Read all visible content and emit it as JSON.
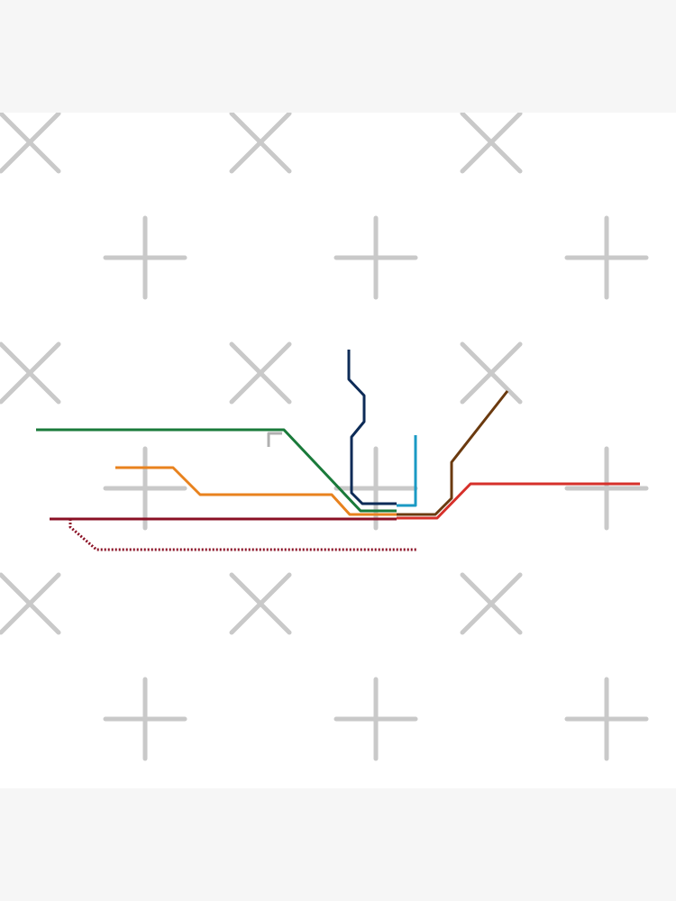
{
  "colors": {
    "page_background": "#f6f6f6",
    "canvas_background": "#ffffff",
    "watermark": "#c9c9c9"
  },
  "watermark": {
    "cross_marks": "x-mark",
    "plus_marks": "plus-mark"
  },
  "map": {
    "type": "transit-line-map",
    "lines": [
      {
        "id": "green",
        "color": "#1a7a3a",
        "style": "solid"
      },
      {
        "id": "orange",
        "color": "#e8821e",
        "style": "solid"
      },
      {
        "id": "dark-red",
        "color": "#8a1024",
        "style": "solid"
      },
      {
        "id": "dark-red-dotted",
        "color": "#8a1024",
        "style": "dotted"
      },
      {
        "id": "navy",
        "color": "#0d2b57",
        "style": "solid"
      },
      {
        "id": "cyan",
        "color": "#1a9ac4",
        "style": "solid"
      },
      {
        "id": "brown",
        "color": "#6b3a0f",
        "style": "solid"
      },
      {
        "id": "red",
        "color": "#d6302a",
        "style": "solid"
      },
      {
        "id": "grey",
        "color": "#b0b0b0",
        "style": "solid"
      }
    ]
  }
}
